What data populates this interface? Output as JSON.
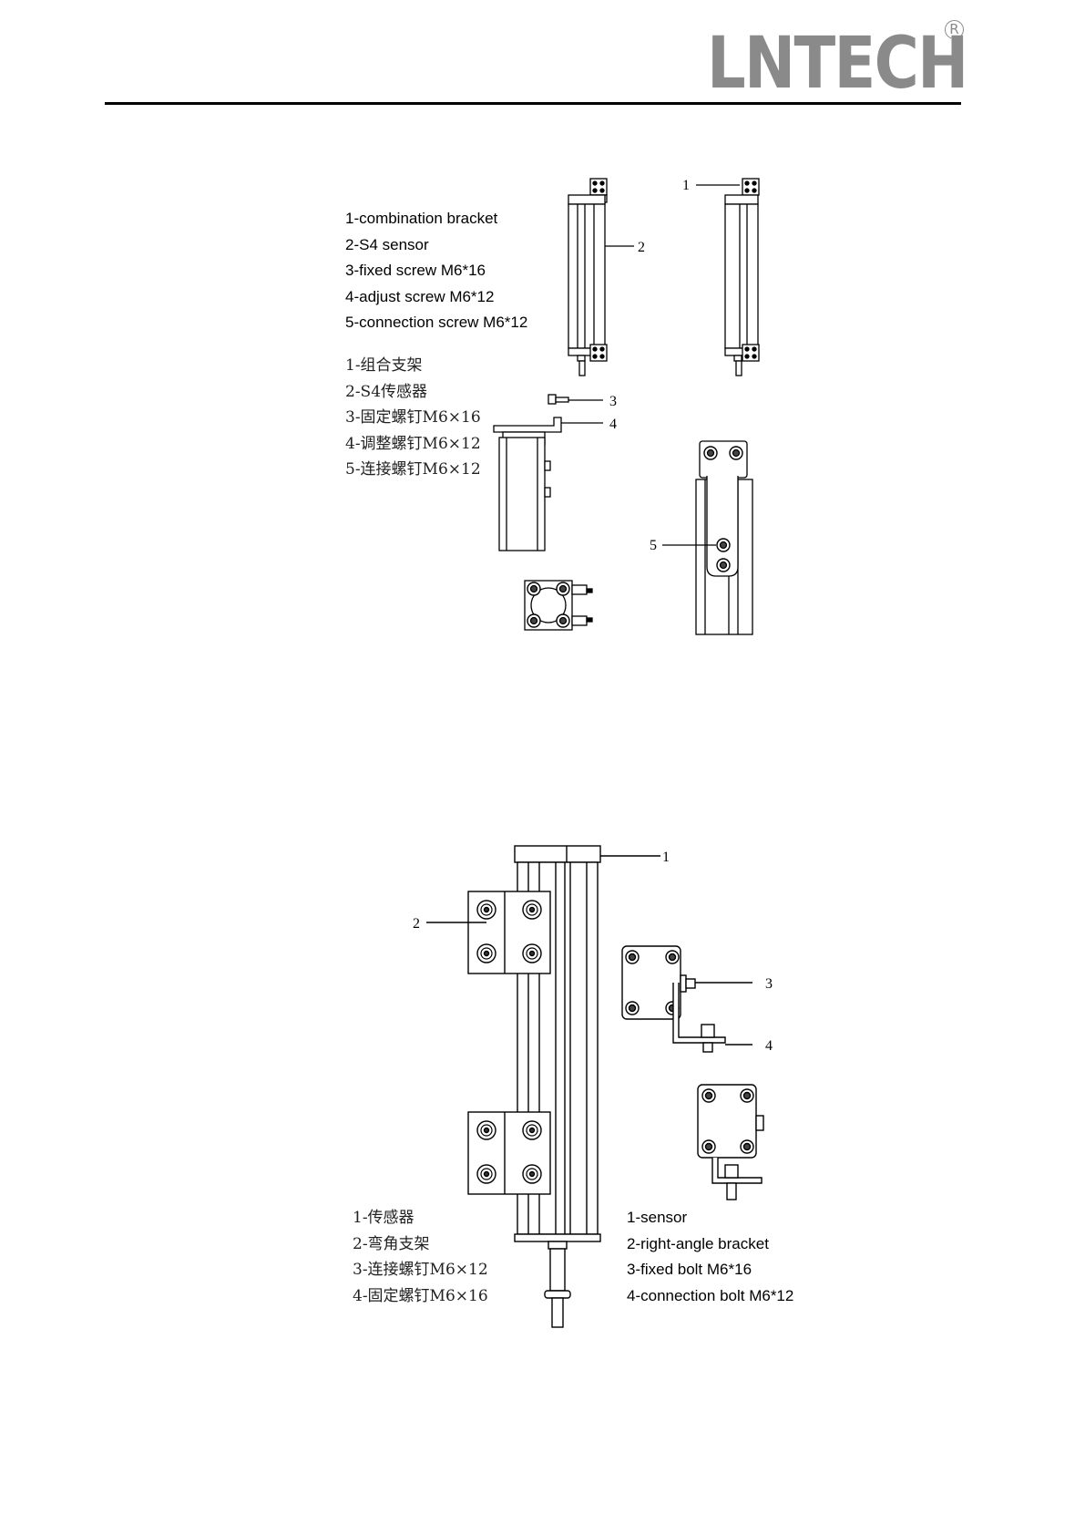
{
  "header": {
    "logo_text": "LNTECH",
    "registered_mark": "R"
  },
  "diagram1": {
    "legend_en": [
      "1-combination bracket",
      "2-S4 sensor",
      "3-fixed screw M6*16",
      "4-adjust screw M6*12",
      "5-connection screw M6*12"
    ],
    "legend_zh": [
      "1-组合支架",
      "2-S4传感器",
      "3-固定螺钉M6×16",
      "4-调整螺钉M6×12",
      "5-连接螺钉M6×12"
    ],
    "callouts": [
      "1",
      "2",
      "3",
      "4",
      "5"
    ]
  },
  "diagram2": {
    "legend_zh": [
      "1-传感器",
      "2-弯角支架",
      "3-连接螺钉M6×12",
      "4-固定螺钉M6×16"
    ],
    "legend_en": [
      "1-sensor",
      "2-right-angle bracket",
      "3-fixed bolt M6*16",
      "4-connection bolt M6*12"
    ],
    "callouts": [
      "1",
      "2",
      "3",
      "4"
    ]
  }
}
